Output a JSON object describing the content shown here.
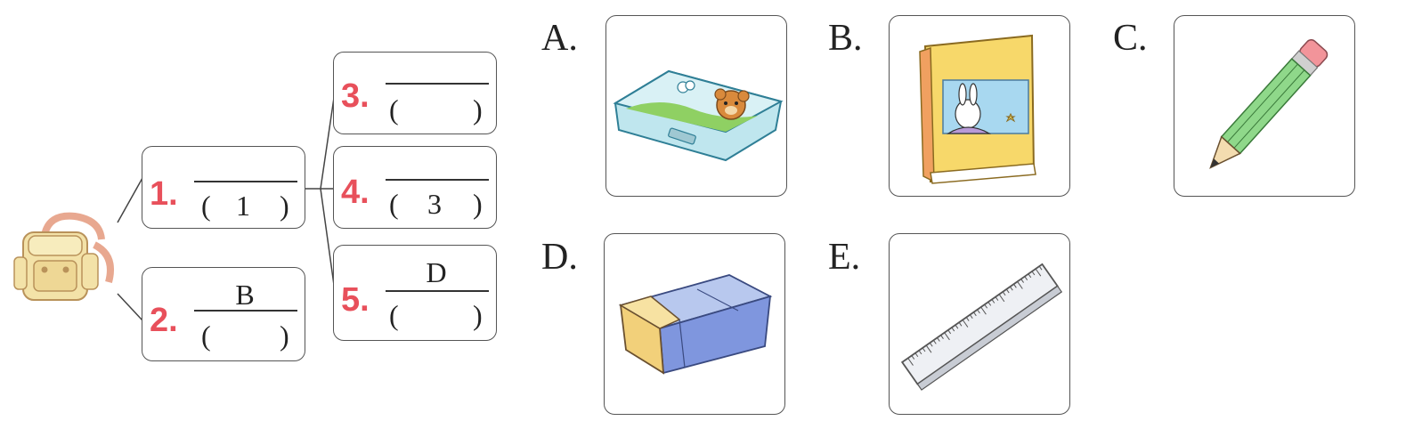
{
  "tree": {
    "nodes": [
      {
        "id": "n1",
        "number": "1.",
        "answer": "",
        "paren_value": "1"
      },
      {
        "id": "n2",
        "number": "2.",
        "answer": "B",
        "paren_value": ""
      },
      {
        "id": "n3",
        "number": "3.",
        "answer": "",
        "paren_value": ""
      },
      {
        "id": "n4",
        "number": "4.",
        "answer": "",
        "paren_value": "3"
      },
      {
        "id": "n5",
        "number": "5.",
        "answer": "D",
        "paren_value": ""
      }
    ],
    "paren_open": "(",
    "paren_close": ")"
  },
  "options": [
    {
      "letter": "A.",
      "item": "pencil-case"
    },
    {
      "letter": "B.",
      "item": "book"
    },
    {
      "letter": "C.",
      "item": "pencil"
    },
    {
      "letter": "D.",
      "item": "eraser"
    },
    {
      "letter": "E.",
      "item": "ruler"
    }
  ],
  "colors": {
    "number_red": "#e8505b",
    "border": "#555555"
  }
}
